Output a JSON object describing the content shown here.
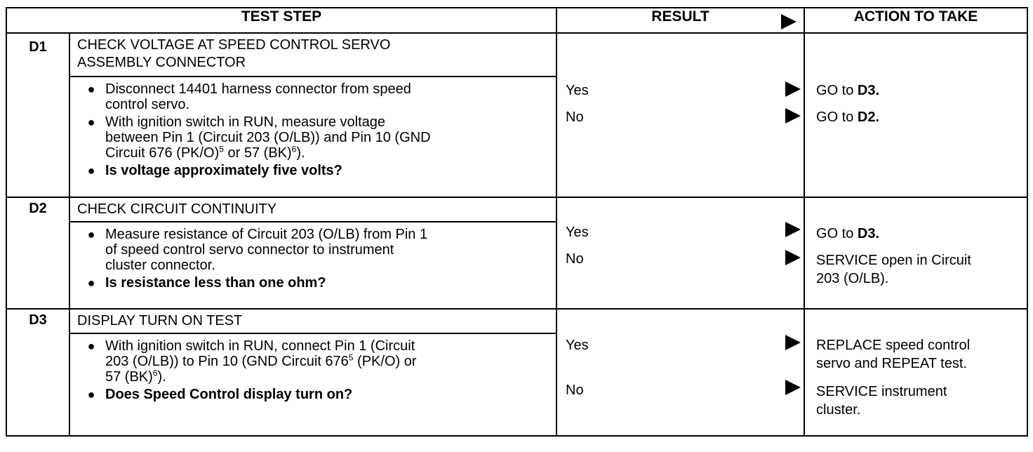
{
  "headers": {
    "test_step": "TEST STEP",
    "result": "RESULT",
    "action": "ACTION TO TAKE"
  },
  "steps": [
    {
      "id": "D1",
      "title_line1": "CHECK VOLTAGE AT SPEED CONTROL SERVO",
      "title_line2": "ASSEMBLY CONNECTOR",
      "b1_l1": "Disconnect 14401 harness connector from speed",
      "b1_l2": "control servo.",
      "b2_l1": "With ignition switch in RUN, measure voltage",
      "b2_l2": "between Pin 1 (Circuit 203 (O/LB)) and Pin 10 (GND",
      "b2_l3a": "Circuit 676 (PK/O)",
      "b2_sup1": "5",
      "b2_l3b": " or 57 (BK)",
      "b2_sup2": "6",
      "b2_l3c": ").",
      "question": "Is voltage approximately five volts?",
      "yes": "Yes",
      "no": "No",
      "yes_action_pre": "GO to ",
      "yes_action_ref": "D3.",
      "no_action_pre": "GO to ",
      "no_action_ref": "D2."
    },
    {
      "id": "D2",
      "title_line1": "CHECK CIRCUIT CONTINUITY",
      "b1_l1": "Measure resistance of Circuit 203 (O/LB) from Pin 1",
      "b1_l2": "of speed control servo connector to instrument",
      "b1_l3": "cluster connector.",
      "question": "Is resistance less than one ohm?",
      "yes": "Yes",
      "no": "No",
      "yes_action_pre": "GO to  ",
      "yes_action_ref": "D3.",
      "no_action_l1": "SERVICE open in Circuit",
      "no_action_l2": "203 (O/LB)."
    },
    {
      "id": "D3",
      "title_line1": "DISPLAY TURN ON TEST",
      "b1_l1": "With ignition switch in RUN, connect Pin 1 (Circuit",
      "b1_l2a": "203 (O/LB)) to Pin 10 (GND Circuit 676",
      "b1_sup1": "5",
      "b1_l2b": " (PK/O) or",
      "b1_l3a": "57 (BK)",
      "b1_sup2": "6",
      "b1_l3b": ").",
      "question": "Does Speed Control display turn on?",
      "yes": "Yes",
      "no": "No",
      "yes_action_l1": "REPLACE speed control",
      "yes_action_l2": "servo and REPEAT test.",
      "no_action_l1": "SERVICE instrument",
      "no_action_l2": "cluster."
    }
  ]
}
